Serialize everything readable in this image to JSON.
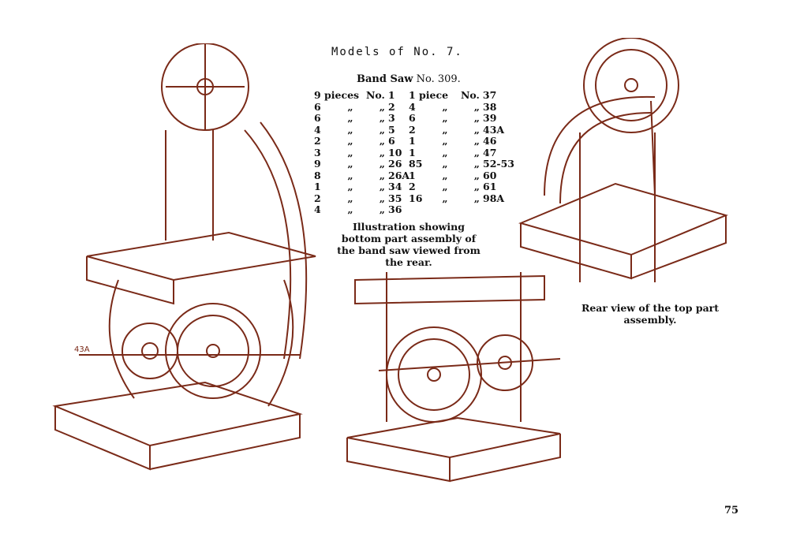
{
  "heading": "Models of No. 7.",
  "model": {
    "name": "Band Saw",
    "number": "No. 309."
  },
  "parts_left": [
    {
      "qty": "9 pieces",
      "ditto1": "No.",
      "ditto2": "",
      "part": "1"
    },
    {
      "qty": "6",
      "ditto1": "„",
      "ditto2": "„",
      "part": "2"
    },
    {
      "qty": "6",
      "ditto1": "„",
      "ditto2": "„",
      "part": "3"
    },
    {
      "qty": "4",
      "ditto1": "„",
      "ditto2": "„",
      "part": "5"
    },
    {
      "qty": "2",
      "ditto1": "„",
      "ditto2": "„",
      "part": "6"
    },
    {
      "qty": "3",
      "ditto1": "„",
      "ditto2": "„",
      "part": "10"
    },
    {
      "qty": "9",
      "ditto1": "„",
      "ditto2": "„",
      "part": "26"
    },
    {
      "qty": "8",
      "ditto1": "„",
      "ditto2": "„",
      "part": "26A"
    },
    {
      "qty": "1",
      "ditto1": "„",
      "ditto2": "„",
      "part": "34"
    },
    {
      "qty": "2",
      "ditto1": "„",
      "ditto2": "„",
      "part": "35"
    },
    {
      "qty": "4",
      "ditto1": "„",
      "ditto2": "„",
      "part": "36"
    }
  ],
  "parts_right": [
    {
      "qty": "1 piece",
      "ditto1": "No.",
      "ditto2": "",
      "part": "37"
    },
    {
      "qty": "4",
      "ditto1": "„",
      "ditto2": "„",
      "part": "38"
    },
    {
      "qty": "6",
      "ditto1": "„",
      "ditto2": "„",
      "part": "39"
    },
    {
      "qty": "2",
      "ditto1": "„",
      "ditto2": "„",
      "part": "43A"
    },
    {
      "qty": "1",
      "ditto1": "„",
      "ditto2": "„",
      "part": "46"
    },
    {
      "qty": "1",
      "ditto1": "„",
      "ditto2": "„",
      "part": "47"
    },
    {
      "qty": "85",
      "ditto1": "„",
      "ditto2": "„",
      "part": "52-53"
    },
    {
      "qty": "1",
      "ditto1": "„",
      "ditto2": "„",
      "part": "60"
    },
    {
      "qty": "2",
      "ditto1": "„",
      "ditto2": "„",
      "part": "61"
    },
    {
      "qty": "16",
      "ditto1": "„",
      "ditto2": "„",
      "part": "98A"
    }
  ],
  "caption_bottom": "Illustration showing bottom part assembly of the band saw viewed from the rear.",
  "caption_top": "Rear view of the top part assembly.",
  "illustration_label": "43A",
  "page_number": "75",
  "ink_color": "#7a2a18"
}
